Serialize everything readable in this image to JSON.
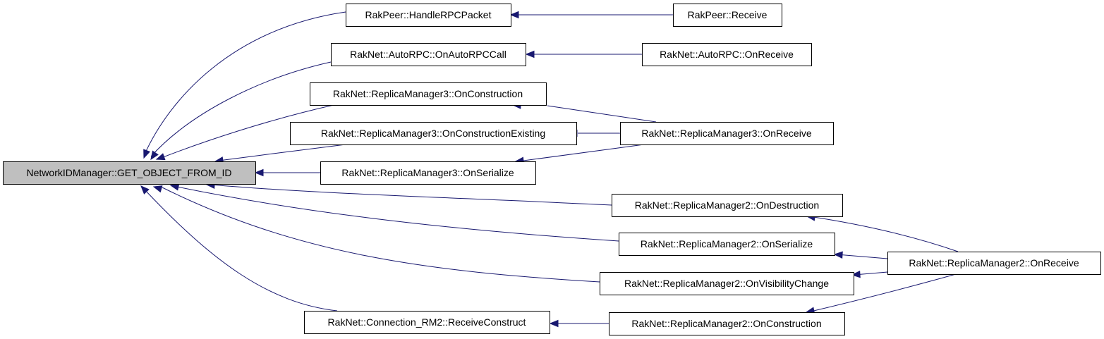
{
  "graph": {
    "nodes": [
      {
        "id": "root",
        "label": "NetworkIDManager::GET_OBJECT_FROM_ID",
        "root": true
      },
      {
        "id": "n1",
        "label": "RakPeer::HandleRPCPacket"
      },
      {
        "id": "n2",
        "label": "RakPeer::Receive"
      },
      {
        "id": "n3",
        "label": "RakNet::AutoRPC::OnAutoRPCCall"
      },
      {
        "id": "n4",
        "label": "RakNet::AutoRPC::OnReceive"
      },
      {
        "id": "n5",
        "label": "RakNet::ReplicaManager3::OnConstruction"
      },
      {
        "id": "n6",
        "label": "RakNet::ReplicaManager3::OnConstructionExisting"
      },
      {
        "id": "n7",
        "label": "RakNet::ReplicaManager3::OnReceive"
      },
      {
        "id": "n8",
        "label": "RakNet::ReplicaManager3::OnSerialize"
      },
      {
        "id": "n9",
        "label": "RakNet::ReplicaManager2::OnDestruction"
      },
      {
        "id": "n10",
        "label": "RakNet::ReplicaManager2::OnSerialize"
      },
      {
        "id": "n11",
        "label": "RakNet::ReplicaManager2::OnReceive"
      },
      {
        "id": "n12",
        "label": "RakNet::ReplicaManager2::OnVisibilityChange"
      },
      {
        "id": "n13",
        "label": "RakNet::Connection_RM2::ReceiveConstruct"
      },
      {
        "id": "n14",
        "label": "RakNet::ReplicaManager2::OnConstruction"
      }
    ],
    "edges": [
      {
        "from": "n1",
        "to": "root"
      },
      {
        "from": "n3",
        "to": "root"
      },
      {
        "from": "n5",
        "to": "root"
      },
      {
        "from": "n6",
        "to": "root"
      },
      {
        "from": "n8",
        "to": "root"
      },
      {
        "from": "n9",
        "to": "root"
      },
      {
        "from": "n10",
        "to": "root"
      },
      {
        "from": "n12",
        "to": "root"
      },
      {
        "from": "n13",
        "to": "root"
      },
      {
        "from": "n2",
        "to": "n1"
      },
      {
        "from": "n4",
        "to": "n3"
      },
      {
        "from": "n7",
        "to": "n5"
      },
      {
        "from": "n7",
        "to": "n6"
      },
      {
        "from": "n7",
        "to": "n8"
      },
      {
        "from": "n11",
        "to": "n9"
      },
      {
        "from": "n11",
        "to": "n10"
      },
      {
        "from": "n11",
        "to": "n12"
      },
      {
        "from": "n11",
        "to": "n14"
      },
      {
        "from": "n14",
        "to": "n13"
      }
    ]
  },
  "colors": {
    "edge": "#191970",
    "node_fill": "#ffffff",
    "root_fill": "#bfbfbf",
    "node_border": "#000000"
  }
}
